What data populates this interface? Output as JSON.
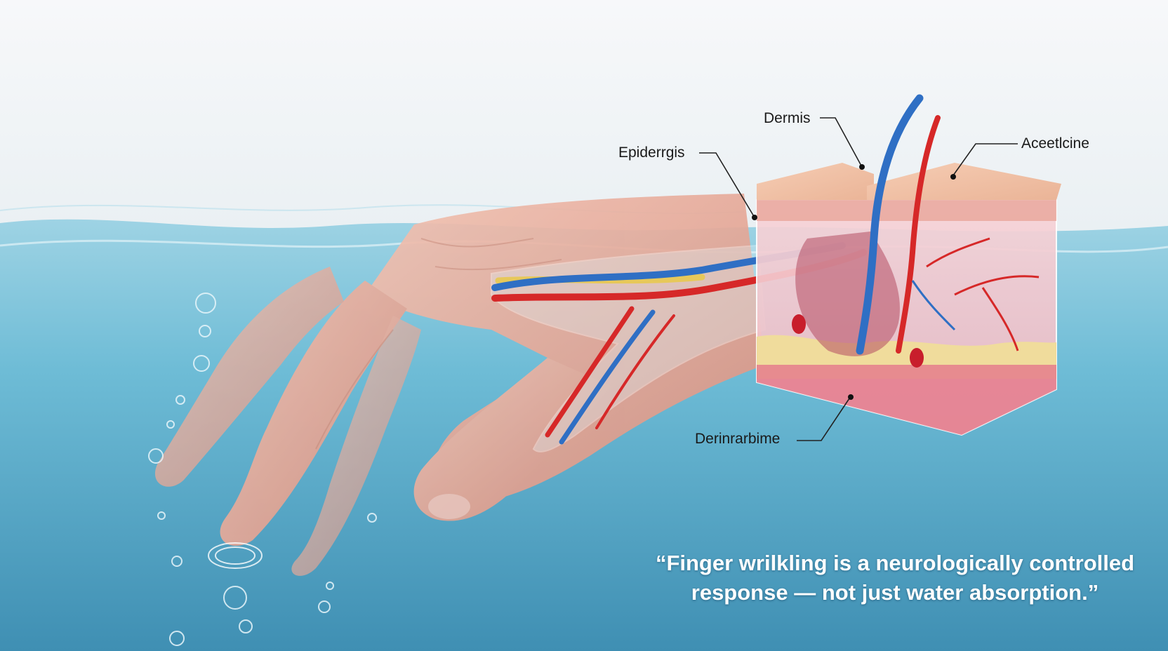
{
  "labels": {
    "dermis": "Dermis",
    "epidermis": "Epiderrgis",
    "acetylcholine": "Aceetlcine",
    "bottom": "Derinrarbime"
  },
  "quote": {
    "line1": "“Finger wrilkling is a neurologically controlled",
    "line2": "response — not just water absorption.”"
  },
  "colors": {
    "water": "#5fb3cf",
    "sky": "#f4f6f8",
    "skin": "#e8aa98",
    "artery": "#d62828",
    "vein": "#2f6fc4",
    "nerve": "#e7c85a",
    "fat": "#f0dc9c"
  }
}
